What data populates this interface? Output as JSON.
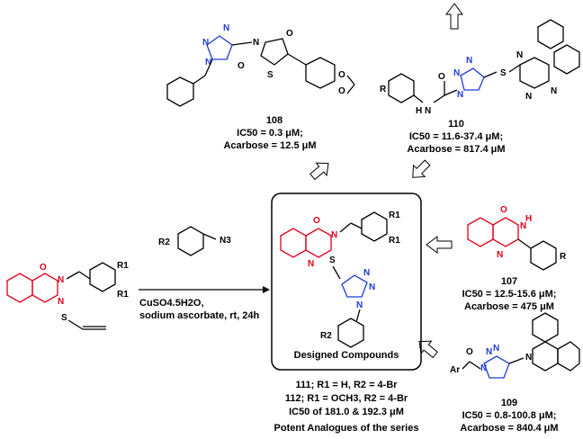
{
  "compounds": {
    "c108": {
      "id": "108",
      "ic50": "IC50 = 0.3 μM;",
      "ref": "Acarbose = 12.5 μM"
    },
    "c110": {
      "id": "110",
      "ic50": "IC50 = 11.6-37.4 μM;",
      "ref": "Acarbose = 817.4 μM"
    },
    "c107": {
      "id": "107",
      "ic50": "IC50 = 12.5-15.6 μM;",
      "ref": "Acarbose = 475 μM"
    },
    "c109": {
      "id": "109",
      "ic50": "IC50 = 0.8-100.8 μM;",
      "ref": "Acarbose = 840.4 μM"
    }
  },
  "reaction": {
    "condition1": "CuSO4.5H2O,",
    "condition2": "sodium ascorbate, rt, 24h"
  },
  "designed": {
    "title": "Designed Compounds",
    "line1": "111; R1 = H, R2 = 4-Br",
    "line2": "112; R1 = OCH3, R2 = 4-Br",
    "line3": "IC50 of 181.0 & 192.3 μM",
    "line4": "Potent Analogues of the series"
  },
  "atoms": {
    "N": "N",
    "O": "O",
    "S": "S",
    "H": "H",
    "R": "R",
    "Ar": "Ar",
    "R1": "R1",
    "R2": "R2",
    "N3": "N3"
  },
  "colors": {
    "red": "#e0001b",
    "blue": "#1f3bd6",
    "black": "#000000"
  }
}
